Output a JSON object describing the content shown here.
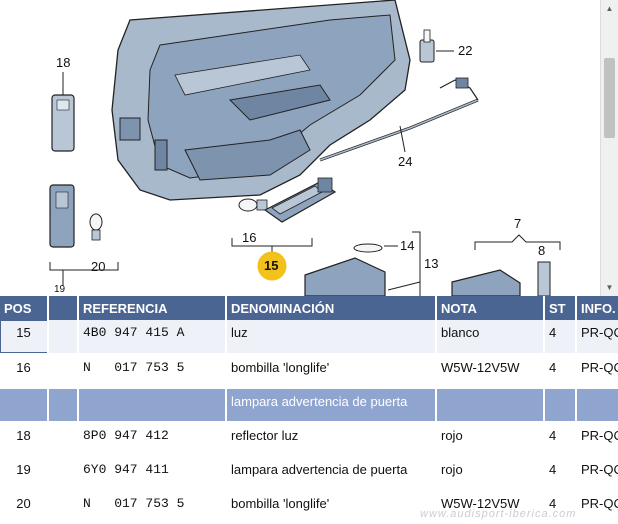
{
  "diagram": {
    "callouts": [
      {
        "id": "18",
        "label": "18"
      },
      {
        "id": "20",
        "label": "20"
      },
      {
        "id": "16",
        "label": "16"
      },
      {
        "id": "15",
        "label": "15"
      },
      {
        "id": "14",
        "label": "14"
      },
      {
        "id": "13",
        "label": "13"
      },
      {
        "id": "7",
        "label": "7"
      },
      {
        "id": "8",
        "label": "8"
      },
      {
        "id": "22",
        "label": "22"
      },
      {
        "id": "24",
        "label": "24"
      },
      {
        "id": "19",
        "label": "19"
      }
    ],
    "highlight_color": "#f2c21a",
    "part_color": "#8ea3bd"
  },
  "table": {
    "headers": {
      "pos": "POS",
      "blank": "",
      "referencia": "REFERENCIA",
      "denominacion": "DENOMINACIÓN",
      "nota": "NOTA",
      "st": "ST",
      "info": "INFO."
    },
    "rows": [
      {
        "pos": "15",
        "ref": "4B0 947 415 A",
        "den": "luz",
        "nota": "blanco",
        "st": "4",
        "info": "PR-QC"
      },
      {
        "pos": "16",
        "ref": "N   017 753 5",
        "den": "bombilla 'longlife'",
        "nota": "W5W-12V5W",
        "st": "4",
        "info": "PR-QC"
      },
      {
        "pos": "",
        "ref": "",
        "den": "lampara advertencia de puerta",
        "nota": "",
        "st": "",
        "info": ""
      },
      {
        "pos": "18",
        "ref": "8P0 947 412",
        "den": "reflector luz",
        "nota": "rojo",
        "st": "4",
        "info": "PR-QC"
      },
      {
        "pos": "19",
        "ref": "6Y0 947 411",
        "den": "lampara advertencia de puerta",
        "nota": "rojo",
        "st": "4",
        "info": "PR-QC"
      },
      {
        "pos": "20",
        "ref": "N   017 753 5",
        "den": "bombilla 'longlife'",
        "nota": "W5W-12V5W",
        "st": "4",
        "info": "PR-QC"
      }
    ]
  },
  "watermark": "www.audisport-iberica.com",
  "colors": {
    "header_bg": "#4a6592",
    "group_row_bg": "#8fa5cf",
    "stripe_bg": "#e9ecf1"
  }
}
